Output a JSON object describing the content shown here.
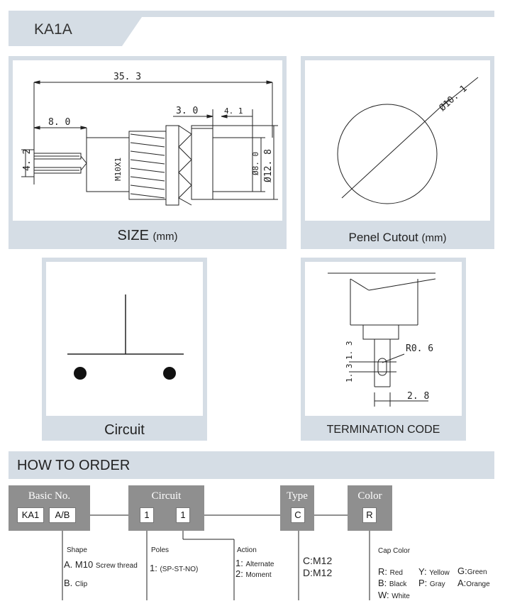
{
  "title": "KA1A",
  "panels": {
    "size": {
      "caption": "SIZE",
      "unit": "(mm)",
      "dims": {
        "overall": "35. 3",
        "terminal_len": "8. 0",
        "terminal_h": "4. 2",
        "thread": "M10X1",
        "bezel": "3. 0",
        "cap_off": "4. 1",
        "cap_dia": "Ø8. 0",
        "bezel_dia": "Ø12. 8"
      }
    },
    "cutout": {
      "caption": "Penel Cutout",
      "unit": "(mm)",
      "dia": "Ø10. 1"
    },
    "circuit": {
      "caption": "Circuit"
    },
    "termination": {
      "caption": "TERMINATION CODE",
      "dims": {
        "r": "R0. 6",
        "a": "1. 3",
        "b": "1. 3",
        "w": "2. 8"
      }
    }
  },
  "order": {
    "heading": "HOW TO ORDER",
    "groups": {
      "basic": {
        "label": "Basic No.",
        "codes": [
          "KA1",
          "A/B"
        ]
      },
      "circuit": {
        "label": "Circuit",
        "codes": [
          "1",
          "1"
        ]
      },
      "type": {
        "label": "Type",
        "codes": [
          "C"
        ]
      },
      "color": {
        "label": "Color",
        "codes": [
          "R"
        ]
      }
    },
    "shape": {
      "title": "Shape",
      "a_key": "A.",
      "a_main": "M10",
      "a_sub": "Screw thread",
      "b_key": "B.",
      "b_sub": "Clip"
    },
    "poles": {
      "title": "Poles",
      "key": "1:",
      "val": "(SP-ST-NO)"
    },
    "action": {
      "title": "Action",
      "k1": "1:",
      "v1": "Alternate",
      "k2": "2:",
      "v2": "Moment"
    },
    "type_opts": {
      "c": "C:M12",
      "d": "D:M12"
    },
    "cap": {
      "title": "Cap Color",
      "r_k": "R:",
      "r_v": "Red",
      "y_k": "Y:",
      "y_v": "Yellow",
      "g_k": "G:",
      "g_v": "Green",
      "b_k": "B:",
      "b_v": "Black",
      "p_k": "P:",
      "p_v": "Gray",
      "a_k": "A:",
      "a_v": "Orange",
      "w_k": "W:",
      "w_v": "White"
    }
  }
}
